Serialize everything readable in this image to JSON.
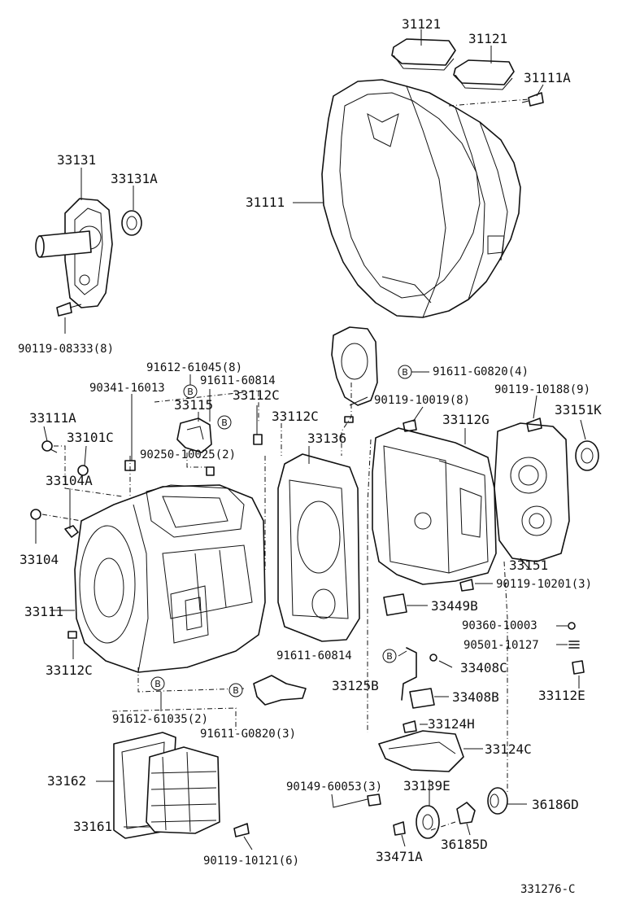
{
  "diagram_code": "331276-C",
  "b_marker": "B",
  "labels": {
    "l31121a": "31121",
    "l31121b": "31121",
    "l31111a_top": "31111A",
    "l31111": "31111",
    "l33131": "33131",
    "l33131a": "33131A",
    "l90119_08333": "90119-08333(8)",
    "l91612_61045": "91612-61045(8)",
    "l90341_16013": "90341-16013",
    "l91611_60814_top": "91611-60814",
    "l33115": "33115",
    "l33112c_top": "33112C",
    "l33111a_left": "33111A",
    "l33101c": "33101C",
    "l90250_10025": "90250-10025(2)",
    "l33112c_mid": "33112C",
    "l33136": "33136",
    "l91611_g0820_4": "91611-G0820(4)",
    "l90119_10019": "90119-10019(8)",
    "l90119_10188": "90119-10188(9)",
    "l33112g": "33112G",
    "l33151k": "33151K",
    "l33104a": "33104A",
    "l33104": "33104",
    "l33111": "33111",
    "l33112c_bot": "33112C",
    "l33151": "33151",
    "l90119_10201": "90119-10201(3)",
    "l33449b": "33449B",
    "l90360_10003": "90360-10003",
    "l90501_10127": "90501-10127",
    "l91611_60814_mid": "91611-60814",
    "l33408c": "33408C",
    "l33125b": "33125B",
    "l33408b": "33408B",
    "l33112e": "33112E",
    "l91612_61035": "91612-61035(2)",
    "l91611_g0820_3": "91611-G0820(3)",
    "l33124h": "33124H",
    "l33124c": "33124C",
    "l33162": "33162",
    "l90149_60053": "90149-60053(3)",
    "l33139e": "33139E",
    "l36186d": "36186D",
    "l33161": "33161",
    "l36185d": "36185D",
    "l90119_10121": "90119-10121(6)",
    "l33471a": "33471A"
  }
}
